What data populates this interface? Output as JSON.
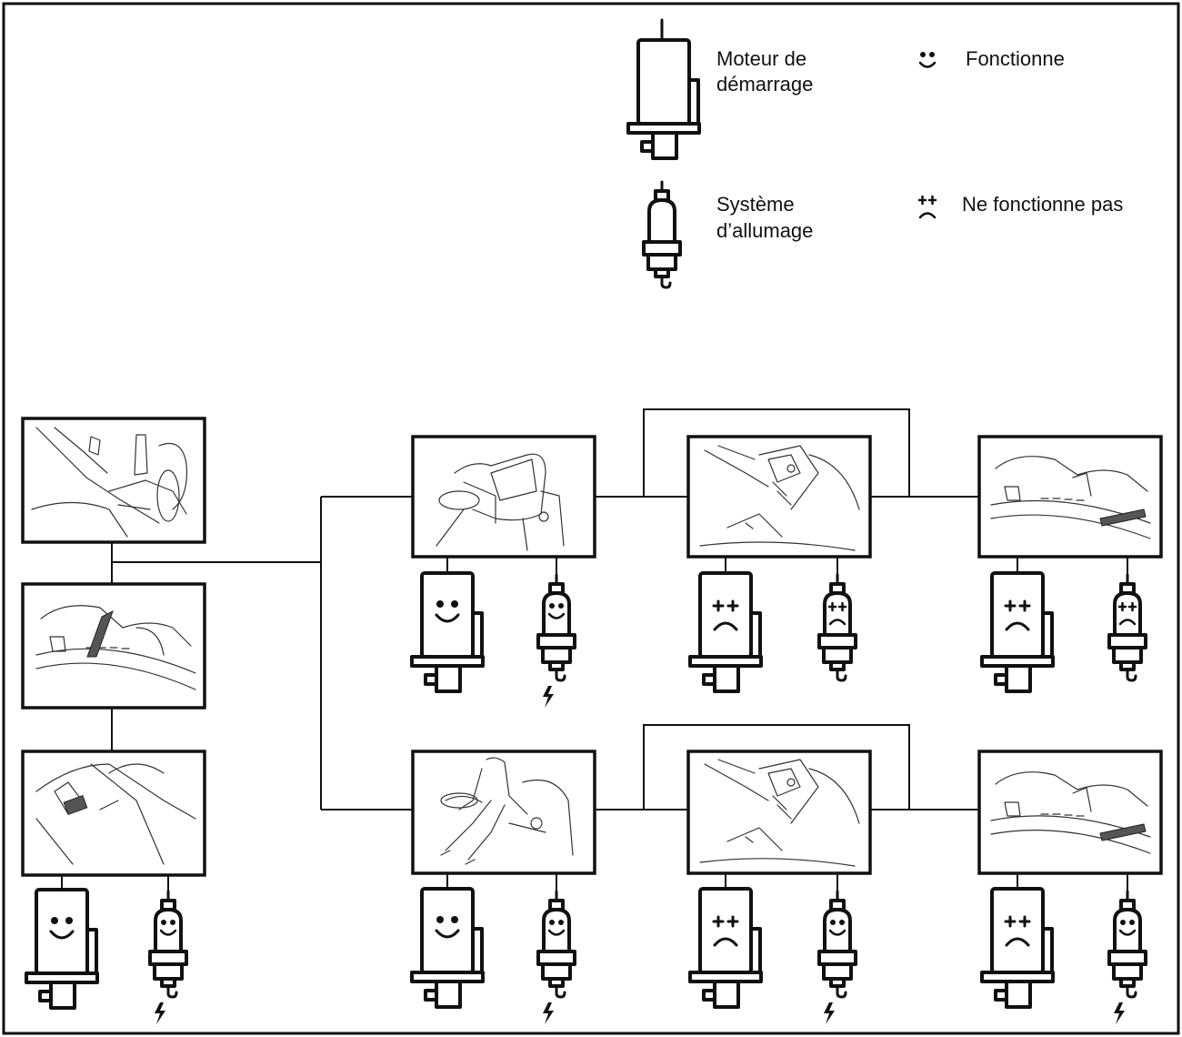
{
  "legend": {
    "starter_label_line1": "Moteur de",
    "starter_label_line2": "démarrage",
    "ignition_label_line1": "Système",
    "ignition_label_line2": "d’allumage",
    "works_label": "Fonctionne",
    "not_works_label": "Ne fonctionne pas"
  },
  "scenes": [
    {
      "id": "left-top",
      "depicts": "control-panel",
      "starter": null,
      "ignition": null
    },
    {
      "id": "left-mid",
      "depicts": "lever-lowered",
      "starter": null,
      "ignition": null
    },
    {
      "id": "left-bot",
      "depicts": "switch-panel",
      "starter": "works",
      "ignition": "works",
      "spark": true
    },
    {
      "id": "top-1",
      "depicts": "seat-empty",
      "starter": "works",
      "ignition": "works",
      "spark": true
    },
    {
      "id": "top-2",
      "depicts": "pedal-pressed",
      "starter": "not-works",
      "ignition": "not-works",
      "spark": false
    },
    {
      "id": "top-3",
      "depicts": "lever-engaged",
      "starter": "not-works",
      "ignition": "not-works",
      "spark": false
    },
    {
      "id": "bot-1",
      "depicts": "operator-seated",
      "starter": "works",
      "ignition": "works",
      "spark": true
    },
    {
      "id": "bot-2",
      "depicts": "pedal-pressed",
      "starter": "not-works",
      "ignition": "works",
      "spark": true
    },
    {
      "id": "bot-3",
      "depicts": "lever-engaged",
      "starter": "not-works",
      "ignition": "works",
      "spark": true
    }
  ],
  "icons": {
    "starter": "starter-motor-icon",
    "ignition": "spark-plug-icon",
    "works": "happy-face-icon",
    "not_works": "sad-face-icon",
    "spark": "lightning-bolt-icon"
  }
}
